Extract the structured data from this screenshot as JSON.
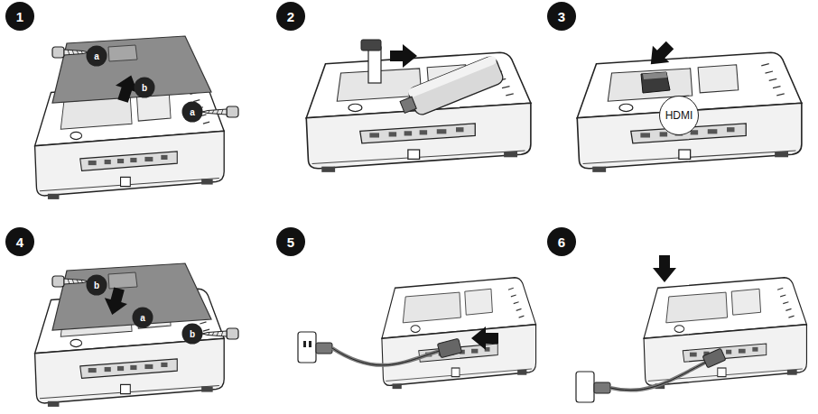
{
  "diagram": {
    "labels": [
      "1",
      "a",
      "a",
      "b",
      "2",
      "3",
      "HDMI",
      "4",
      "b",
      "b",
      "a",
      "5",
      "6"
    ]
  }
}
